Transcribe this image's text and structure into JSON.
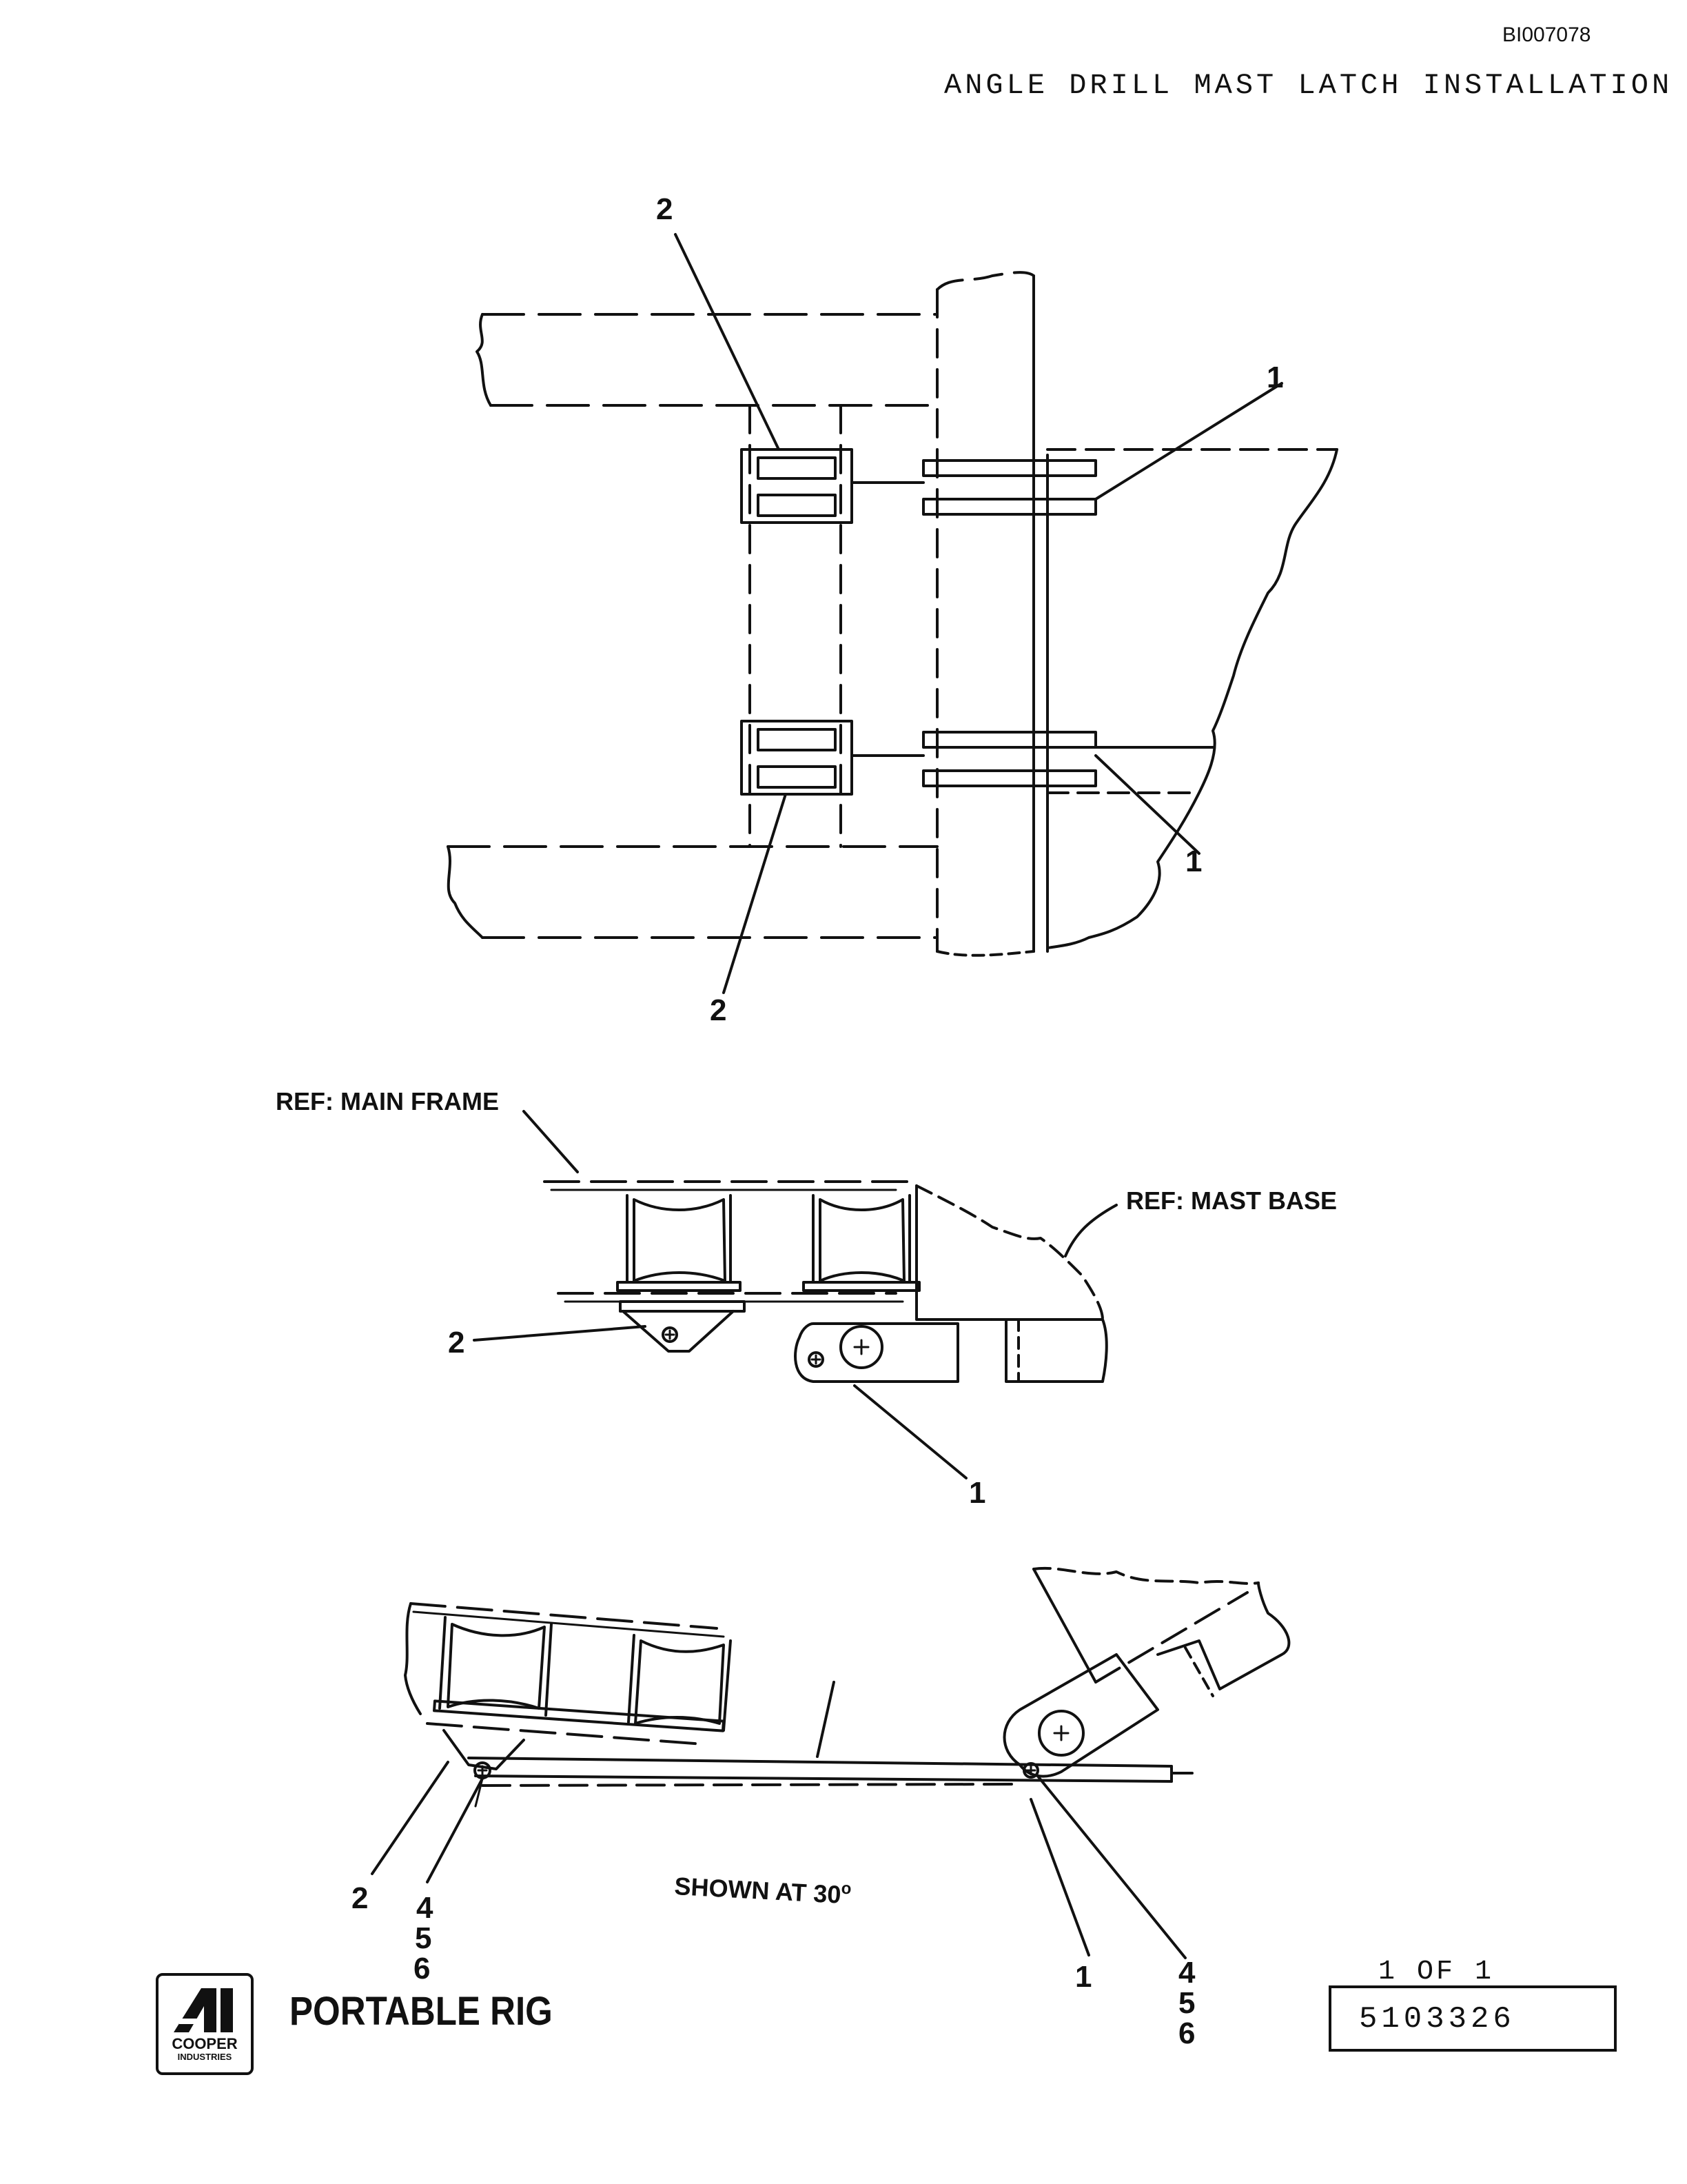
{
  "header": {
    "doc_id": "BI007078",
    "title": "ANGLE DRILL MAST LATCH INSTALLATION"
  },
  "top_view": {
    "callout_top_left": "2",
    "callout_top_right": "1",
    "callout_bottom_right": "1",
    "callout_bottom_left": "2"
  },
  "side_view": {
    "ref_main_frame": "REF: MAIN FRAME",
    "ref_mast_base": "REF: MAST BASE",
    "callout_left": "2",
    "callout_right": "1"
  },
  "angled_view": {
    "shown_at": "SHOWN AT 30",
    "shown_at_sup": "o",
    "callout_left_a": "2",
    "callout_left_b1": "4",
    "callout_left_b2": "5",
    "callout_left_b3": "6",
    "callout_right_a": "1",
    "callout_right_b1": "4",
    "callout_right_b2": "5",
    "callout_right_b3": "6"
  },
  "footer": {
    "logo_line1": "COOPER",
    "logo_line2": "INDUSTRIES",
    "product": "PORTABLE RIG",
    "sheet": "1 OF 1",
    "drawing_number": "5103326"
  }
}
